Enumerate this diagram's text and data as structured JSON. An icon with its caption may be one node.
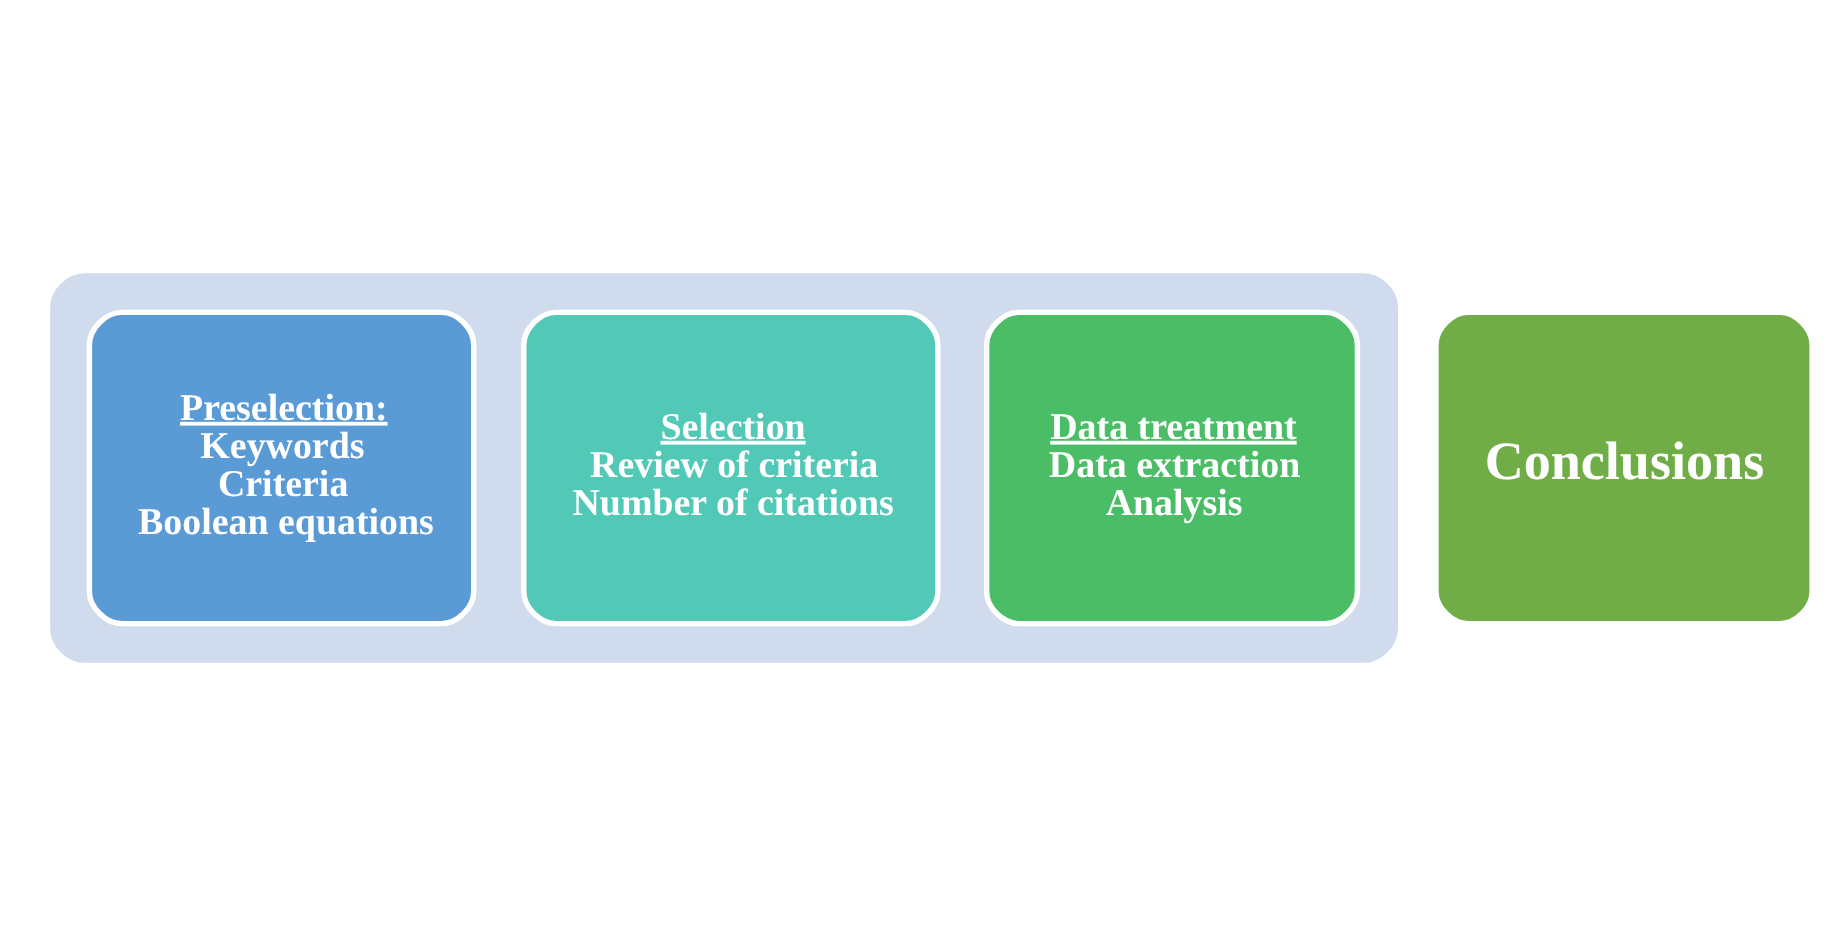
{
  "diagram": {
    "nodes": [
      {
        "text": [],
        "shape": "arrow"
      },
      {
        "text": [
          "Preselection:",
          "Keywords",
          "Criteria",
          "Boolean equations"
        ],
        "in": 0
      },
      {
        "text": [
          "Selection",
          "Review of criteria",
          "Number of citations"
        ],
        "in": 0
      },
      {
        "text": [
          "Data treatment",
          "Data extraction",
          "Analysis"
        ],
        "in": 0
      },
      {
        "text": [
          "Conclusions"
        ]
      }
    ],
    "edges": []
  }
}
